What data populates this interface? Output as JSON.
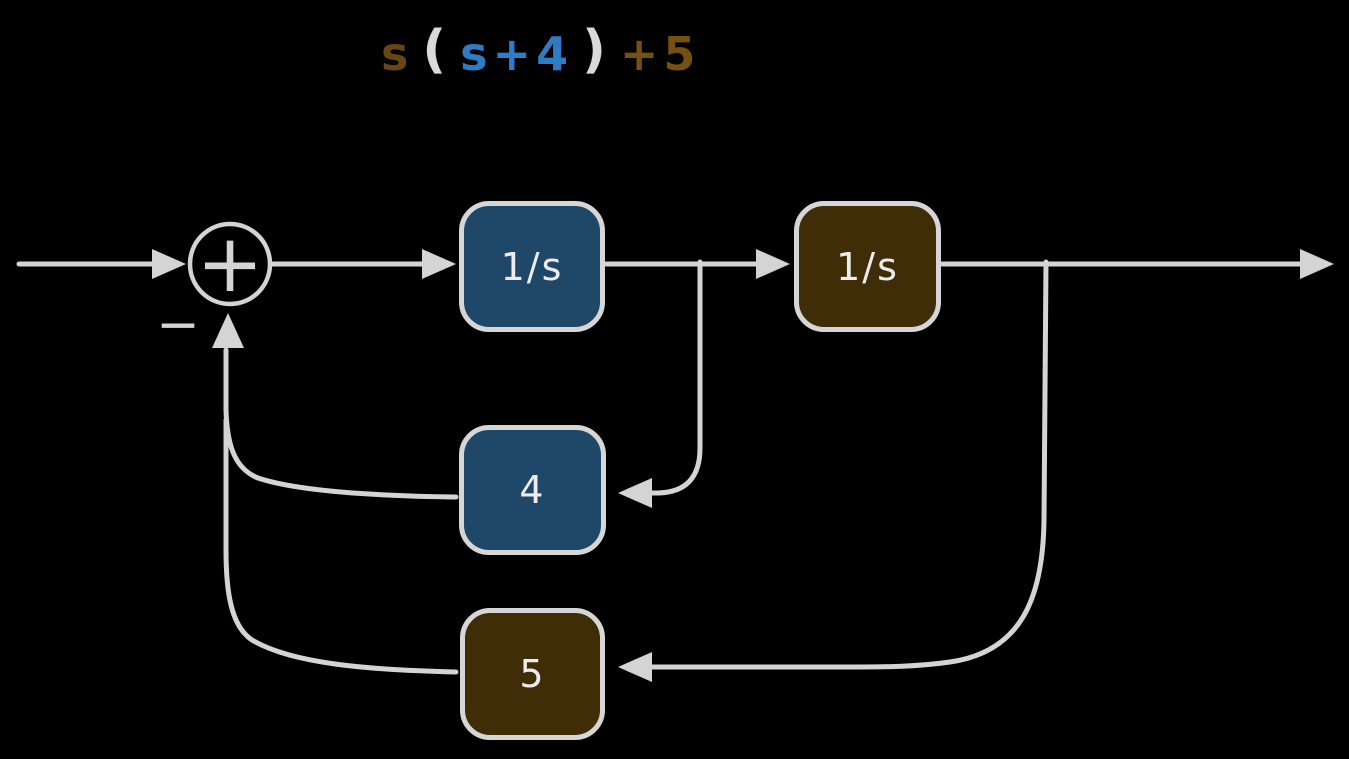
{
  "canvas": {
    "background": "#000000",
    "stroke_color": "#d4d4d4",
    "block_border_color": "#d6d6d6",
    "block_text_color": "#ececec"
  },
  "title": {
    "full_text": "s(s+4)+5",
    "parts": [
      {
        "text": "s",
        "color": "#6b4413"
      },
      {
        "text": "(",
        "color": "#d9d9d9"
      },
      {
        "text": "s+4",
        "color": "#2e7cc3"
      },
      {
        "text": ")",
        "color": "#d9d9d9"
      },
      {
        "text": "+5",
        "color": "#75500f"
      }
    ]
  },
  "summing_junction": {
    "symbol": "+",
    "feedback_sign": "−"
  },
  "blocks": {
    "integrator1": {
      "label": "1/s",
      "fill": "#1e4768",
      "border": "#d6d6d6"
    },
    "integrator2": {
      "label": "1/s",
      "fill": "#3e2d07",
      "border": "#d6d6d6"
    },
    "gain4": {
      "label": "4",
      "fill": "#1e4768",
      "border": "#d6d6d6"
    },
    "gain5": {
      "label": "5",
      "fill": "#3e2d07",
      "border": "#d6d6d6"
    }
  }
}
